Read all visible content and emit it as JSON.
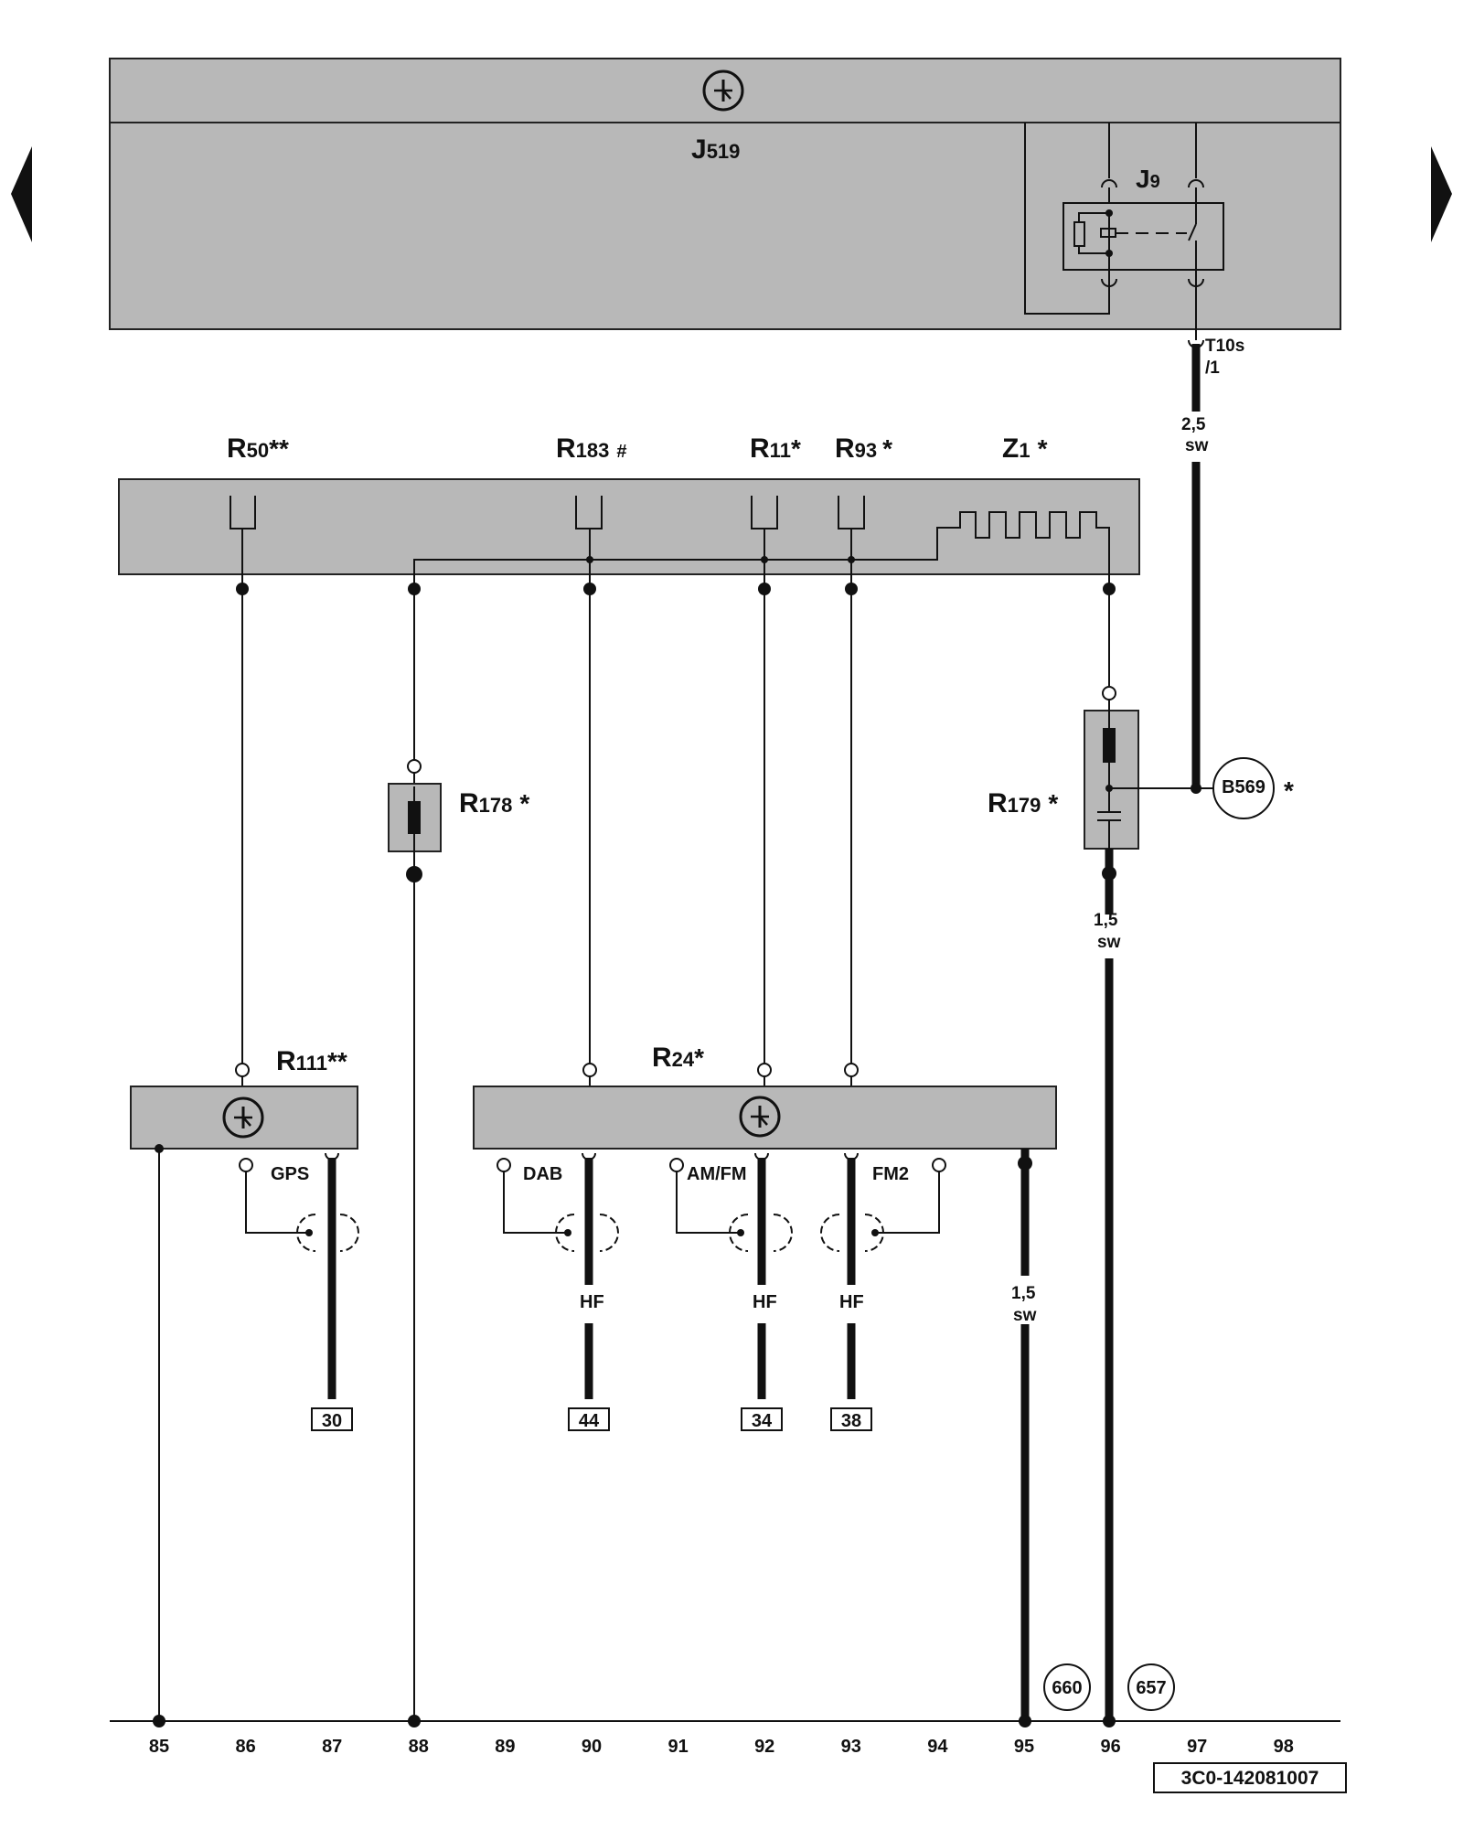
{
  "nav": {
    "prev": "previous-page",
    "next": "next-page"
  },
  "components": {
    "J519": {
      "letter": "J",
      "sub": "519"
    },
    "J9": {
      "letter": "J",
      "sub": "9"
    },
    "R50": {
      "letter": "R",
      "sub": "50",
      "mark": "**"
    },
    "R183": {
      "letter": "R",
      "sub": "183",
      "mark": "#"
    },
    "R11": {
      "letter": "R",
      "sub": "11",
      "mark": "*"
    },
    "R93": {
      "letter": "R",
      "sub": "93",
      "mark": "*"
    },
    "Z1": {
      "letter": "Z",
      "sub": "1",
      "mark": "*"
    },
    "R178": {
      "letter": "R",
      "sub": "178",
      "mark": "*"
    },
    "R179": {
      "letter": "R",
      "sub": "179",
      "mark": "*"
    },
    "R111": {
      "letter": "R",
      "sub": "111",
      "mark": "**"
    },
    "R24": {
      "letter": "R",
      "sub": "24",
      "mark": "*"
    }
  },
  "connector_t10s": {
    "line1": "T10s",
    "line2": "/1"
  },
  "wires": {
    "w1": {
      "size": "2,5",
      "color": "sw"
    },
    "w2": {
      "size": "1,5",
      "color": "sw"
    },
    "w3": {
      "size": "1,5",
      "color": "sw"
    }
  },
  "connection_b569": {
    "label": "B569",
    "mark": "*"
  },
  "antenna_labels": {
    "gps": "GPS",
    "dab": "DAB",
    "amfm": "AM/FM",
    "fm2": "FM2",
    "hf": "HF"
  },
  "ref_boxes": [
    "30",
    "44",
    "34",
    "38"
  ],
  "grounds": [
    "660",
    "657"
  ],
  "track_numbers": [
    "85",
    "86",
    "87",
    "88",
    "89",
    "90",
    "91",
    "92",
    "93",
    "94",
    "95",
    "96",
    "97",
    "98"
  ],
  "diagram_id": "3C0-142081007"
}
